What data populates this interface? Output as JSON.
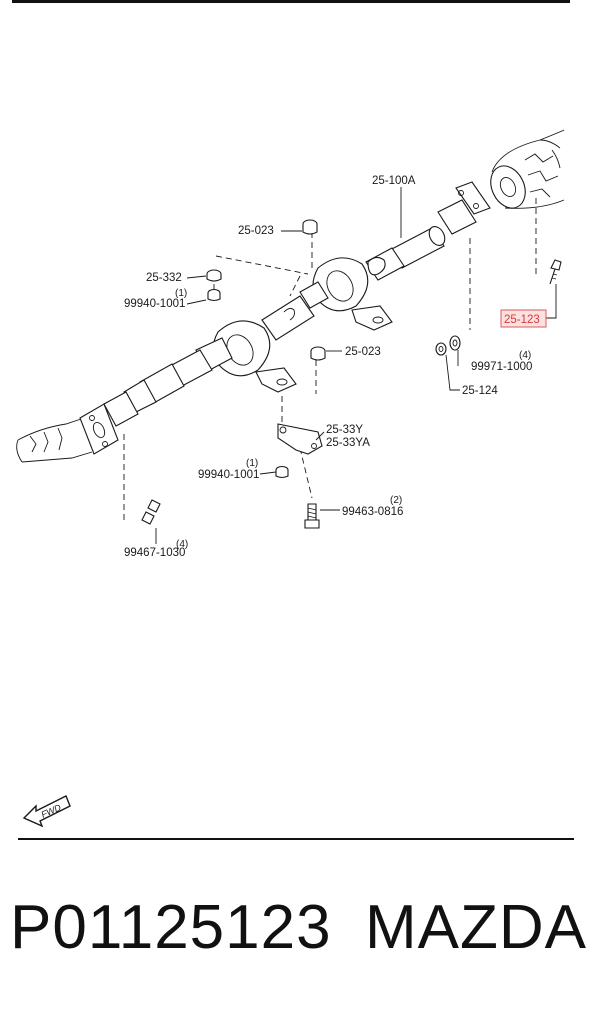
{
  "callouts": {
    "c_25_100a": "25-100A",
    "c_25_023_top": "25-023",
    "c_25_332": "25-332",
    "c_qty1_a": "(1)",
    "c_99940_1001_a": "99940-1001",
    "c_25_123": "25-123",
    "c_qty4_a": "(4)",
    "c_99971_1000": "99971-1000",
    "c_25_124": "25-124",
    "c_25_023_mid": "25-023",
    "c_25_33y": "25-33Y",
    "c_25_33ya": "25-33YA",
    "c_qty1_b": "(1)",
    "c_99940_1001_b": "99940-1001",
    "c_qty2": "(2)",
    "c_99463_0816": "99463-0816",
    "c_qty4_b": "(4)",
    "c_99467_1030": "99467-1030"
  },
  "highlight_color": "#e05a5a",
  "fwd_label": "FWD",
  "footer": {
    "part_number": "P01125123",
    "brand": "MAZDA"
  }
}
